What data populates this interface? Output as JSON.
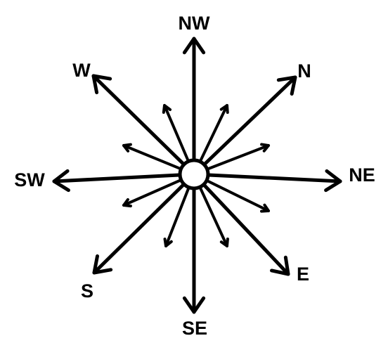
{
  "compass": {
    "stroke_color": "#000000",
    "center_fill": "#ffffff",
    "labels": {
      "top": "NW",
      "top_right": "N",
      "right": "NE",
      "bottom_right": "E",
      "bottom": "SE",
      "bottom_left": "S",
      "left": "SW",
      "top_left": "W"
    }
  }
}
